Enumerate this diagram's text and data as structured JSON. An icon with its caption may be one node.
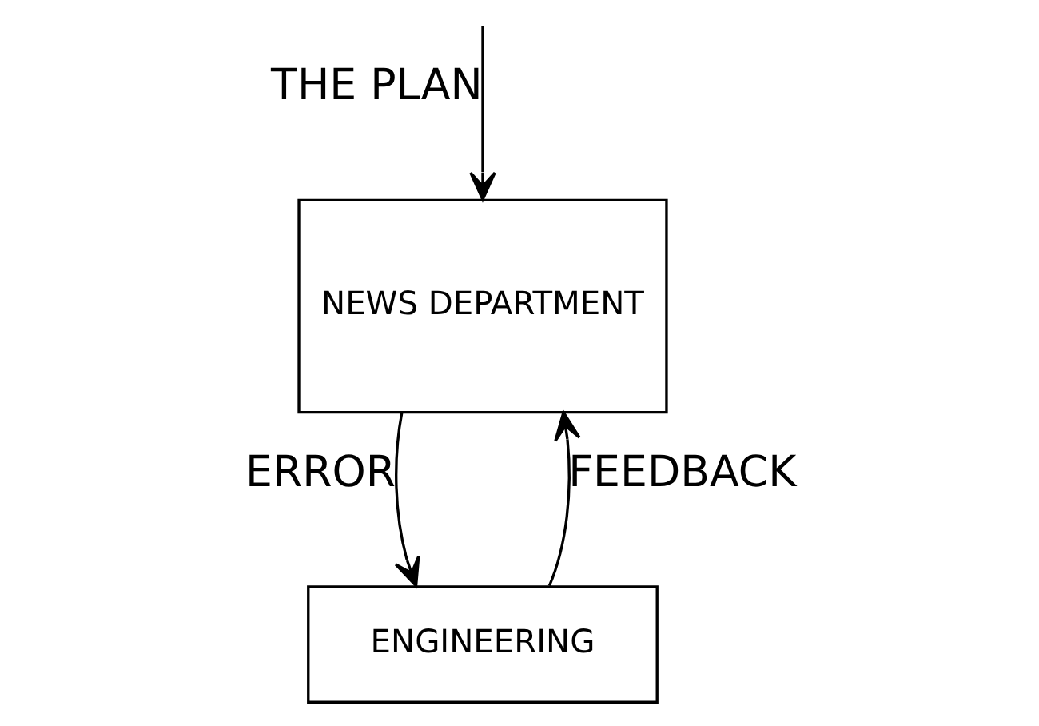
{
  "diagram": {
    "nodes": [
      {
        "text": [
          "NEWS DEPARTMENT"
        ]
      },
      {
        "text": [
          "ENGINEERING"
        ]
      }
    ],
    "edges": [
      {
        "from": null,
        "to": 0,
        "arrow": "to",
        "label": "THE PLAN"
      },
      {
        "from": 0,
        "to": 1,
        "arrow": "to",
        "label": "ERROR"
      },
      {
        "from": 1,
        "to": 0,
        "arrow": "to",
        "label": "FEEDBACK"
      }
    ]
  }
}
